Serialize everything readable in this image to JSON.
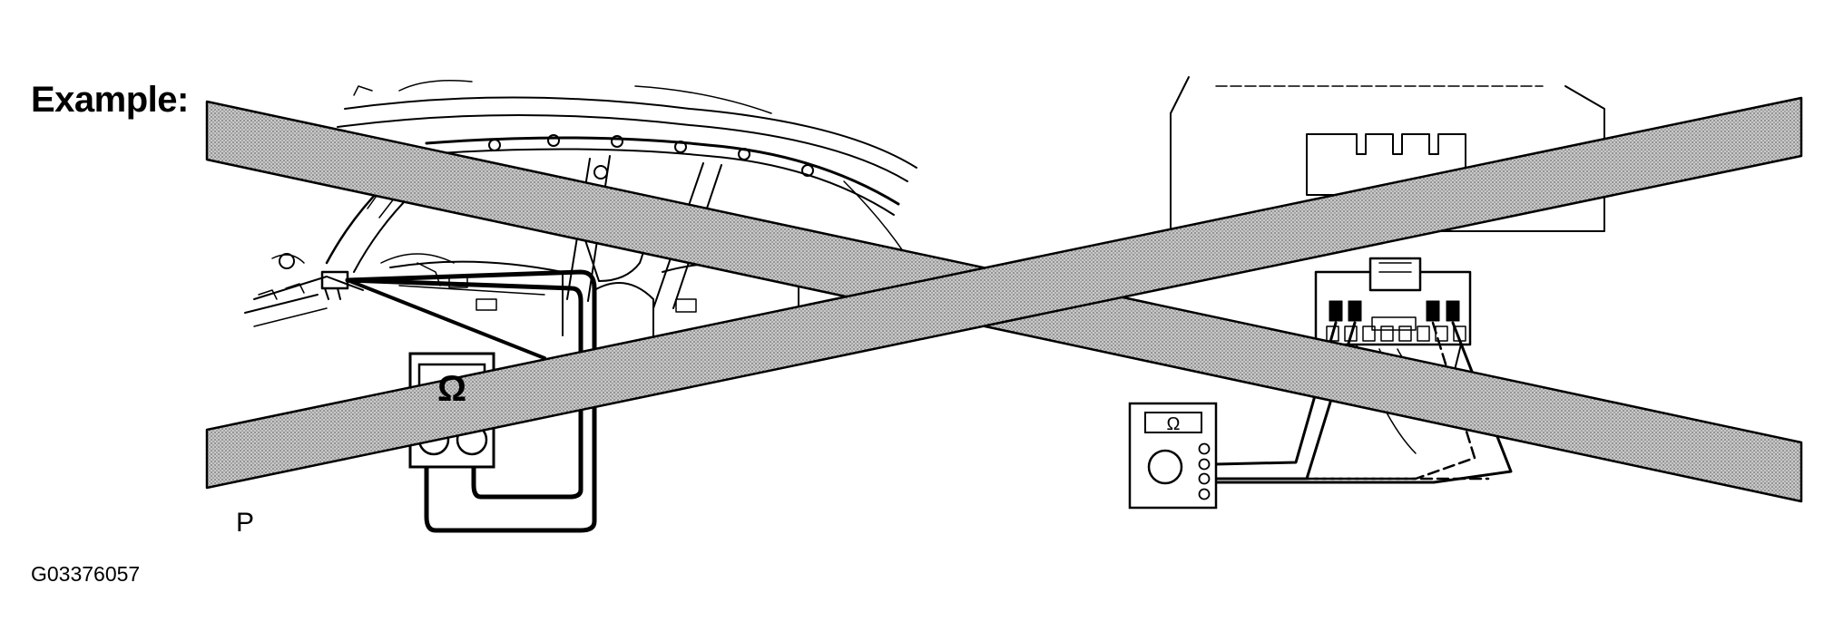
{
  "labels": {
    "example": "Example:",
    "p_marker": "P",
    "figure_id": "G03376057"
  },
  "meters": {
    "left_symbol": "Ω",
    "right_symbol": "Ω"
  },
  "colors": {
    "ink": "#000000",
    "cross_fill": "#b8b8b8",
    "background": "#ffffff"
  },
  "icons": {
    "prohibition": "x-cross-icon",
    "meter": "ohmmeter-icon"
  }
}
